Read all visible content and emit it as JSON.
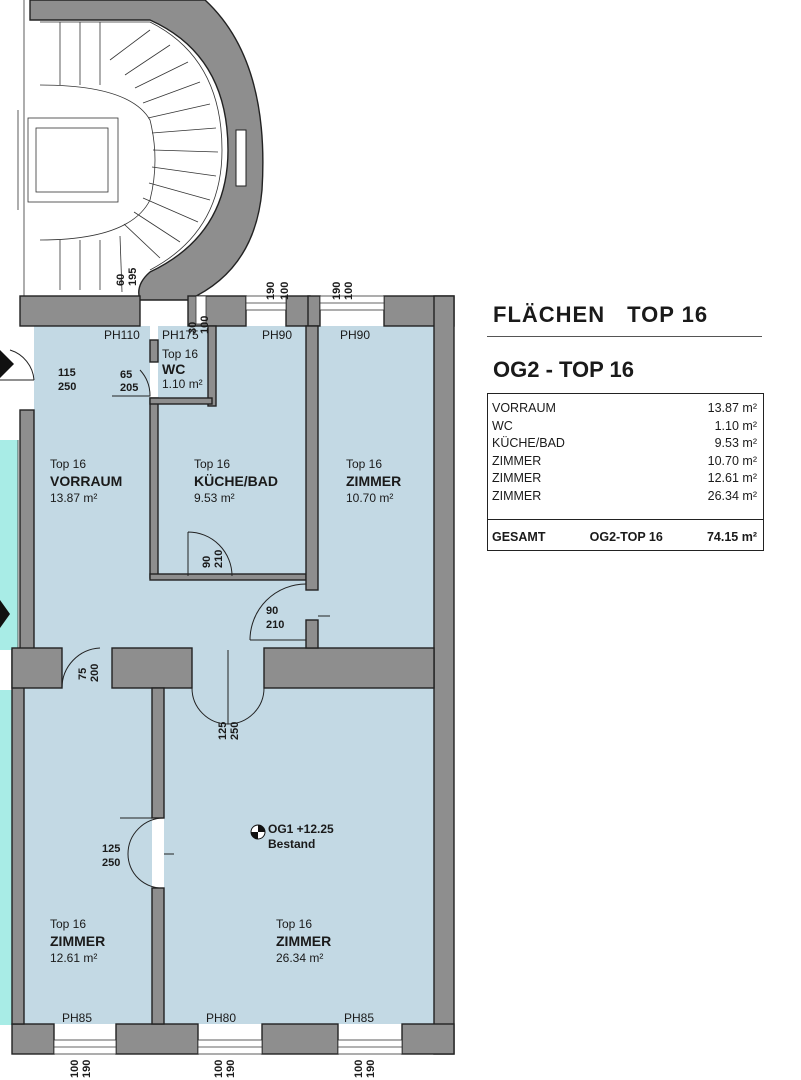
{
  "panel": {
    "title_left": "FLÄCHEN",
    "title_right": "TOP 16",
    "subtitle": "OG2 - TOP 16",
    "rows": [
      {
        "name": "VORRAUM",
        "area": "13.87 m²"
      },
      {
        "name": "WC",
        "area": "1.10 m²"
      },
      {
        "name": "KÜCHE/BAD",
        "area": "9.53 m²"
      },
      {
        "name": "ZIMMER",
        "area": "10.70 m²"
      },
      {
        "name": "ZIMMER",
        "area": "12.61 m²"
      },
      {
        "name": "ZIMMER",
        "area": "26.34 m²"
      }
    ],
    "total": {
      "label": "GESAMT",
      "unit": "OG2-TOP 16",
      "area": "74.15 m²"
    }
  },
  "rooms": {
    "wc": {
      "top": "Top 16",
      "name": "WC",
      "area": "1.10 m²"
    },
    "vorraum": {
      "top": "Top 16",
      "name": "VORRAUM",
      "area": "13.87 m²"
    },
    "kueche": {
      "top": "Top 16",
      "name": "KÜCHE/BAD",
      "area": "9.53 m²"
    },
    "zimmer1": {
      "top": "Top 16",
      "name": "ZIMMER",
      "area": "10.70 m²"
    },
    "zimmer2": {
      "top": "Top 16",
      "name": "ZIMMER",
      "area": "12.61 m²"
    },
    "zimmer3": {
      "top": "Top 16",
      "name": "ZIMMER",
      "area": "26.34 m²"
    }
  },
  "ph_labels": [
    "PH110",
    "PH175",
    "PH90",
    "PH90",
    "PH85",
    "PH80",
    "PH85"
  ],
  "dims": {
    "entry": [
      "115",
      "250"
    ],
    "wc_door": [
      "65",
      "205"
    ],
    "stair": [
      "60",
      "195"
    ],
    "wc_window": [
      "30",
      "100"
    ],
    "win_kueche": [
      "100",
      "190"
    ],
    "win_zimmer1": [
      "100",
      "190"
    ],
    "kueche_door": [
      "90",
      "210"
    ],
    "zimmer1_door": [
      "90",
      "210"
    ],
    "hall_door": [
      "75",
      "200"
    ],
    "big_door": [
      "125",
      "250"
    ],
    "side_door": [
      "125",
      "250"
    ],
    "win_b1": [
      "100",
      "190"
    ],
    "win_b2": [
      "100",
      "190"
    ],
    "win_b3": [
      "100",
      "190"
    ]
  },
  "marker": {
    "level": "OG1 +12.25",
    "note": "Bestand"
  },
  "colors": {
    "room_fill": "#c3d9e4",
    "wall_fill": "#8e8e8e",
    "stair_room_fill": "#a8ece6"
  }
}
